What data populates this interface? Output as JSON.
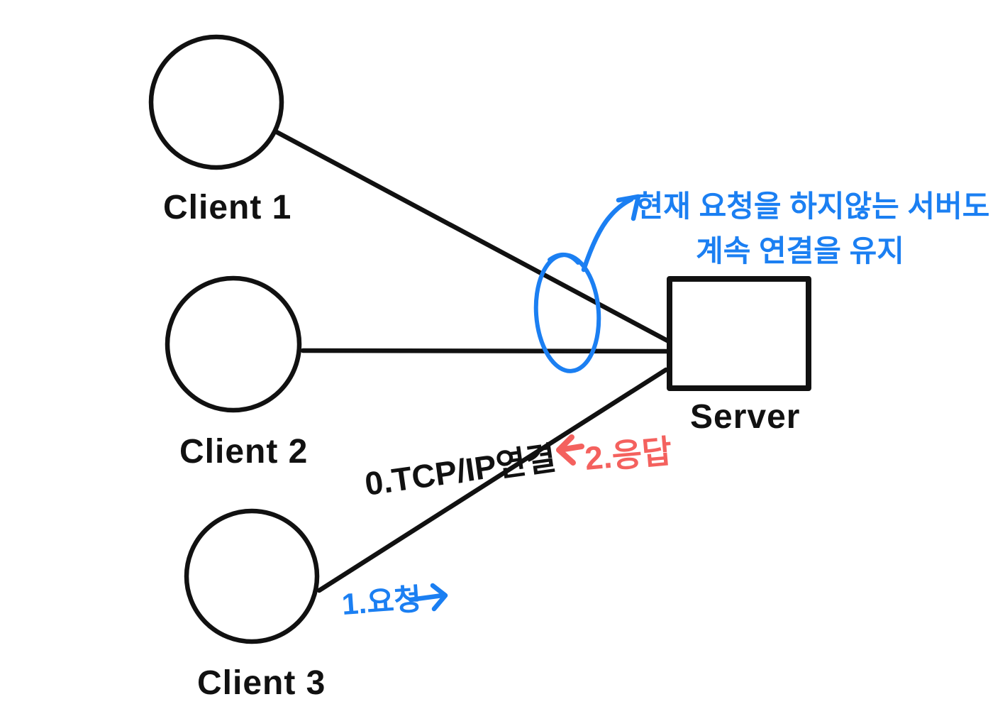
{
  "colors": {
    "ink": "#111111",
    "accent_blue": "#1b7ff2",
    "accent_red": "#f4615e",
    "background": "#ffffff"
  },
  "nodes": {
    "client1": {
      "label": "Client 1"
    },
    "client2": {
      "label": "Client 2"
    },
    "client3": {
      "label": "Client 3"
    },
    "server": {
      "label": "Server"
    }
  },
  "annotations": {
    "keep_alive": {
      "line1": "현재 요청을 하지않는 서버도",
      "line2": "계속 연결을 유지",
      "color": "#1b7ff2"
    },
    "tcp_label": {
      "text": "0.TCP/IP연결",
      "color": "#111111"
    },
    "response_label": {
      "text": "2.응답",
      "color": "#f4615e"
    },
    "request_label": {
      "text": "1.요청",
      "color": "#1b7ff2"
    }
  }
}
